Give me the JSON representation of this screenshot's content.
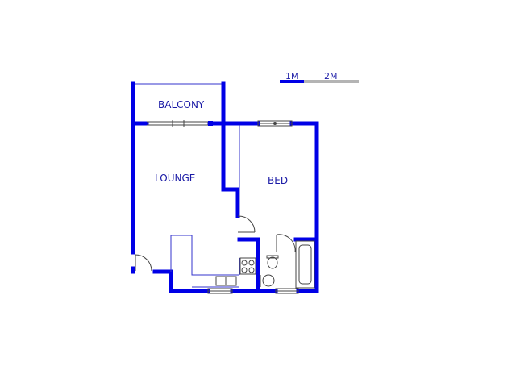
{
  "colors": {
    "wall": "#0000e6",
    "thin_line": "#3333cc",
    "fixture": "#444444",
    "text": "#1a1aa6",
    "scale_secondary": "#b4b4b4"
  },
  "scale_bar": {
    "label_1": "1M",
    "label_2": "2M"
  },
  "rooms": {
    "balcony": "BALCONY",
    "lounge": "LOUNGE",
    "bed": "BED"
  }
}
